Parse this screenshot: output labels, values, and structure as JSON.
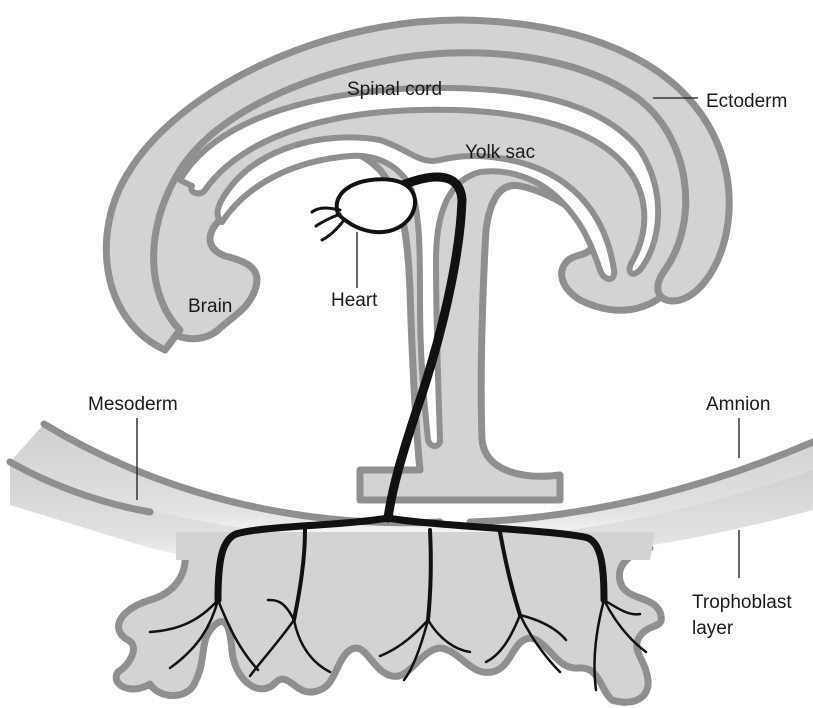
{
  "labels": {
    "spinal_cord": "Spinal cord",
    "ectoderm": "Ectoderm",
    "yolk_sac": "Yolk sac",
    "brain": "Brain",
    "heart": "Heart",
    "mesoderm": "Mesoderm",
    "amnion": "Amnion",
    "trophoblast_line1": "Trophoblast",
    "trophoblast_line2": "layer"
  },
  "colors": {
    "tissue_fill": "#d3d3d3",
    "tissue_outline": "#8f8f8f",
    "vessel": "#111111",
    "label_text": "#1a1a1a",
    "background": "#ffffff"
  }
}
